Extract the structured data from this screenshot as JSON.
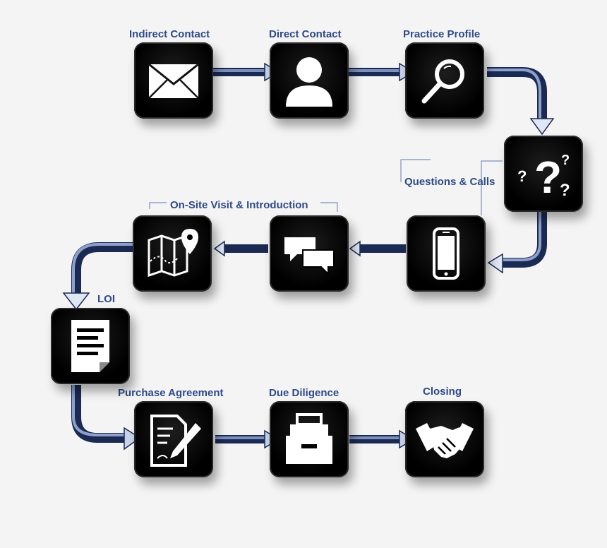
{
  "diagram": {
    "steps": [
      {
        "label": "Indirect Contact",
        "icon": "envelope-icon"
      },
      {
        "label": "Direct Contact",
        "icon": "person-icon"
      },
      {
        "label": "Practice Profile",
        "icon": "magnifier-icon"
      },
      {
        "label": "Questions & Calls",
        "icon": "question-marks-icon"
      },
      {
        "label": "",
        "icon": "smartphone-icon"
      },
      {
        "label": "",
        "icon": "chat-bubbles-icon"
      },
      {
        "label": "On-Site Visit & Introduction",
        "icon": "map-pin-icon"
      },
      {
        "label": "LOI",
        "icon": "document-icon"
      },
      {
        "label": "Purchase Agreement",
        "icon": "sign-document-icon"
      },
      {
        "label": "Due Diligence",
        "icon": "file-cabinet-icon"
      },
      {
        "label": "Closing",
        "icon": "handshake-icon"
      }
    ],
    "colors": {
      "label": "#2f4a8a",
      "arrow_dark": "#1b2a52",
      "arrow_light": "#c8d3ea",
      "tile": "#000000",
      "icon": "#ffffff"
    }
  }
}
